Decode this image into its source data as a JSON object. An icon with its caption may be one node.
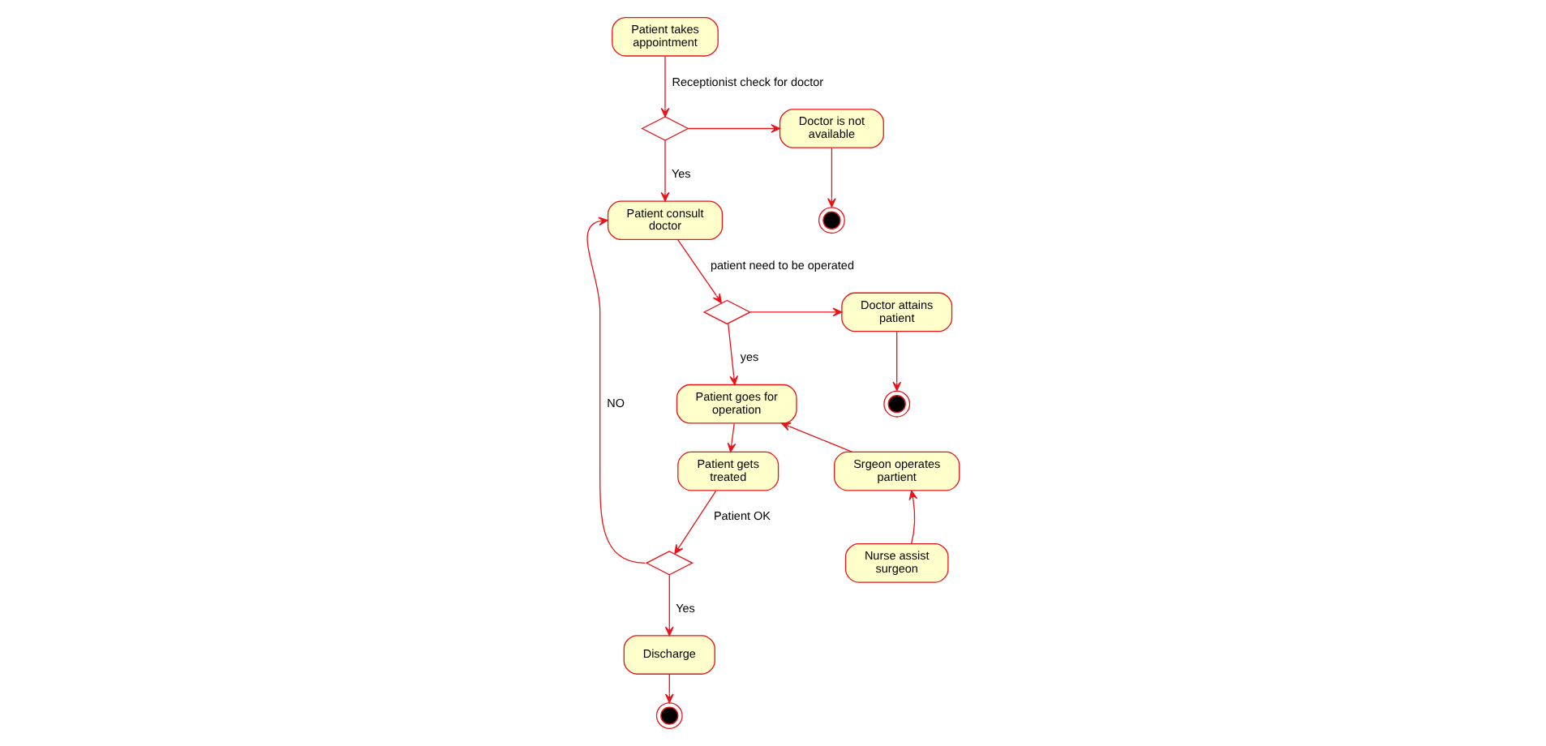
{
  "diagram": {
    "nodes": [
      {
        "text": [
          "Patient takes appointment"
        ]
      },
      {
        "text": [],
        "shape": "diamond"
      },
      {
        "text": [
          "Doctor is not available"
        ]
      },
      {
        "text": [],
        "shape": "circle"
      },
      {
        "text": [
          "Patient consult doctor"
        ]
      },
      {
        "text": [],
        "shape": "diamond"
      },
      {
        "text": [
          "Doctor attains patient"
        ]
      },
      {
        "text": [],
        "shape": "circle"
      },
      {
        "text": [
          "Patient goes for operation"
        ]
      },
      {
        "text": [
          "Srgeon operates partient"
        ]
      },
      {
        "text": [
          "Nurse assist surgeon"
        ]
      },
      {
        "text": [
          "Patient gets treated"
        ]
      },
      {
        "text": [],
        "shape": "diamond"
      },
      {
        "text": [
          "Discharge"
        ]
      },
      {
        "text": [],
        "shape": "circle"
      }
    ],
    "edges": [
      {
        "from": 0,
        "to": 1,
        "arrow": "to",
        "label": "Receptionist check for doctor"
      },
      {
        "from": 1,
        "to": 2,
        "arrow": "to"
      },
      {
        "from": 2,
        "to": 3,
        "arrow": "to"
      },
      {
        "from": 1,
        "to": 4,
        "arrow": "to",
        "label": "Yes"
      },
      {
        "from": 4,
        "to": 5,
        "arrow": "to",
        "label": "patient need to be operated"
      },
      {
        "from": 5,
        "to": 6,
        "arrow": "to"
      },
      {
        "from": 6,
        "to": 7,
        "arrow": "to"
      },
      {
        "from": 5,
        "to": 8,
        "arrow": "to",
        "label": "yes"
      },
      {
        "from": 9,
        "to": 8,
        "arrow": "to"
      },
      {
        "from": 10,
        "to": 9,
        "arrow": "to"
      },
      {
        "from": 8,
        "to": 11,
        "arrow": "to"
      },
      {
        "from": 11,
        "to": 12,
        "arrow": "to",
        "label": "Patient OK"
      },
      {
        "from": 12,
        "to": 4,
        "arrow": "to",
        "label": "NO"
      },
      {
        "from": 12,
        "to": 13,
        "arrow": "to",
        "label": "Yes"
      },
      {
        "from": 13,
        "to": 14,
        "arrow": "to"
      }
    ]
  }
}
